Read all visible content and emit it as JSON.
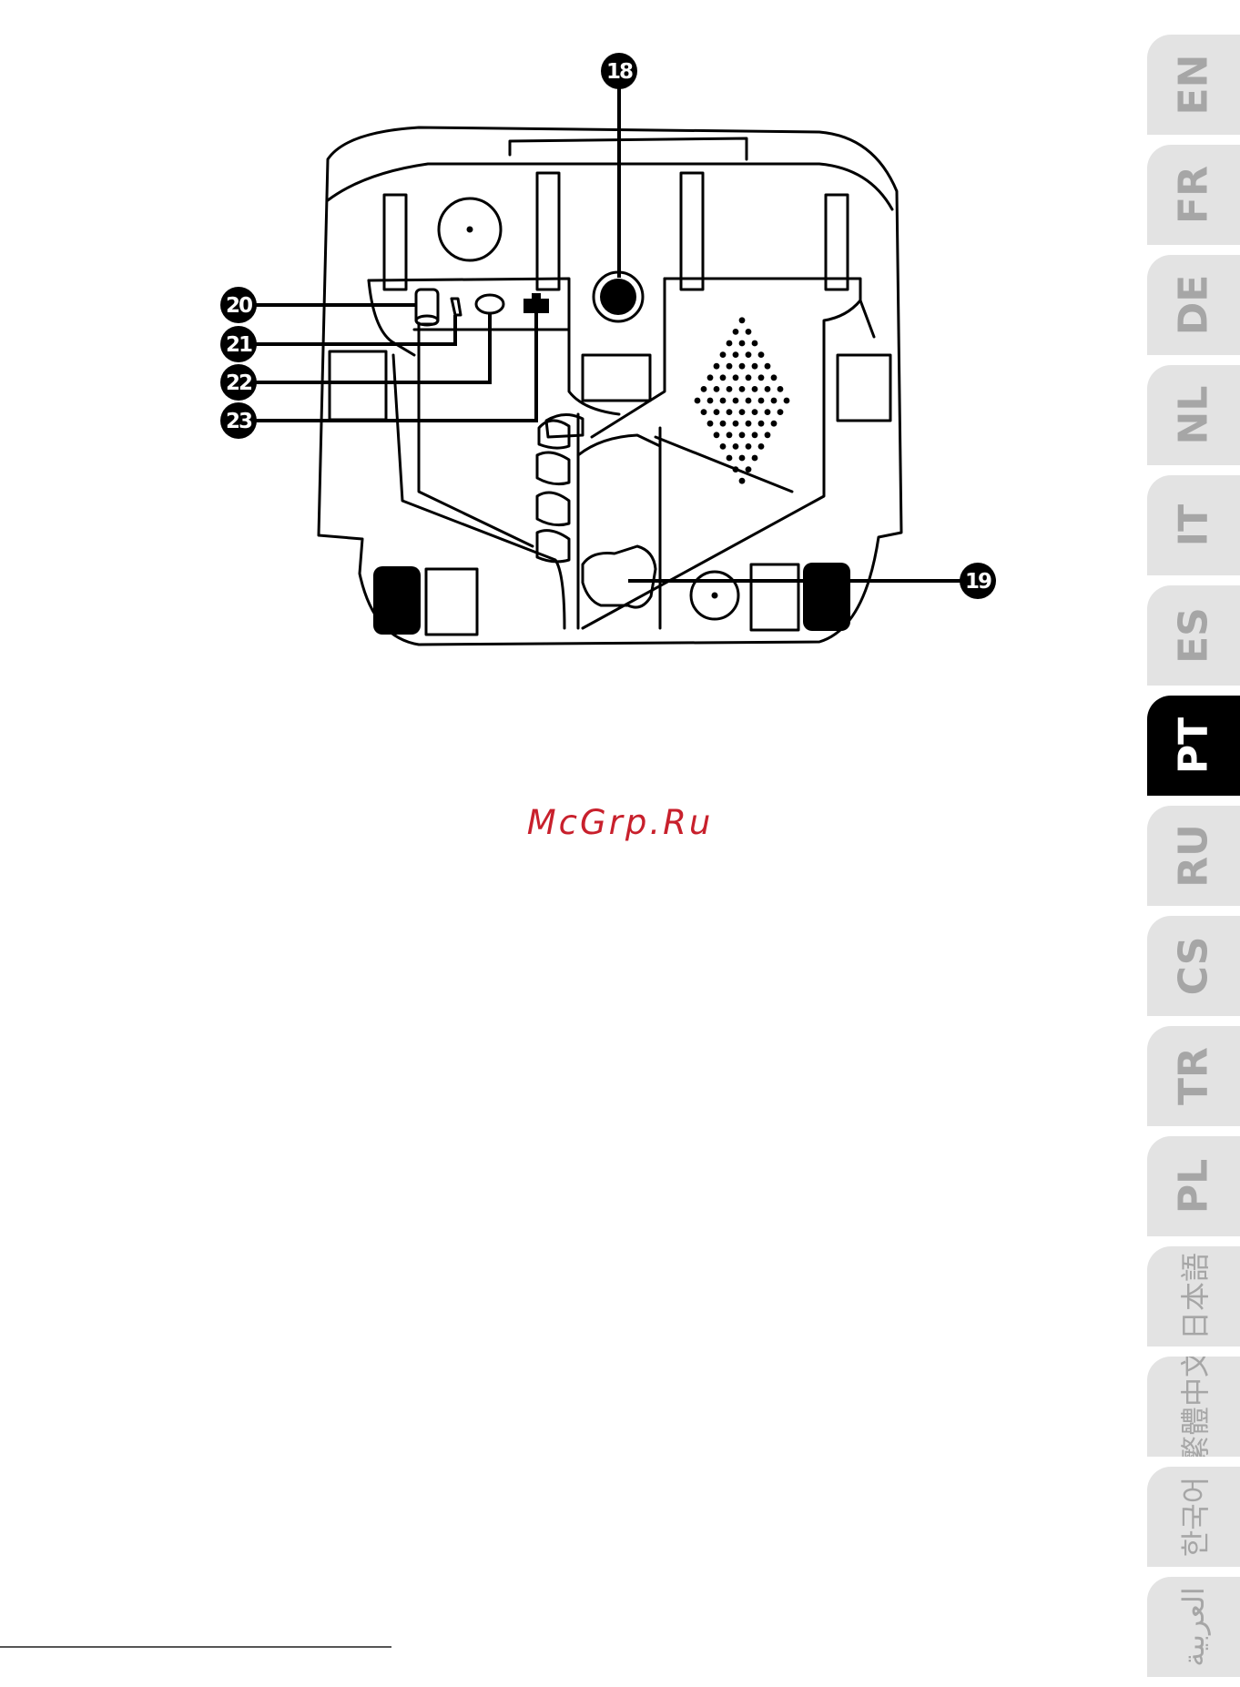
{
  "diagram": {
    "callouts": [
      {
        "id": "callout-18",
        "label": "18"
      },
      {
        "id": "callout-19",
        "label": "19"
      },
      {
        "id": "callout-20",
        "label": "20"
      },
      {
        "id": "callout-21",
        "label": "21"
      },
      {
        "id": "callout-22",
        "label": "22"
      },
      {
        "id": "callout-23",
        "label": "23"
      }
    ]
  },
  "watermark": {
    "text": "McGrp.Ru",
    "color": "#c8202c"
  },
  "colors": {
    "tab_inactive_bg": "#e3e3e3",
    "tab_inactive_text": "#a6a6a6",
    "tab_active_bg": "#000000",
    "tab_active_text": "#ffffff"
  },
  "language_tabs": [
    {
      "label": "EN",
      "active": false
    },
    {
      "label": "FR",
      "active": false
    },
    {
      "label": "DE",
      "active": false
    },
    {
      "label": "NL",
      "active": false
    },
    {
      "label": "IT",
      "active": false
    },
    {
      "label": "ES",
      "active": false
    },
    {
      "label": "PT",
      "active": true
    },
    {
      "label": "RU",
      "active": false
    },
    {
      "label": "CS",
      "active": false
    },
    {
      "label": "TR",
      "active": false
    },
    {
      "label": "PL",
      "active": false
    },
    {
      "label": "日本語",
      "active": false
    },
    {
      "label": "繁體中文",
      "active": false
    },
    {
      "label": "한국어",
      "active": false
    },
    {
      "label": "العربية",
      "active": false
    }
  ]
}
